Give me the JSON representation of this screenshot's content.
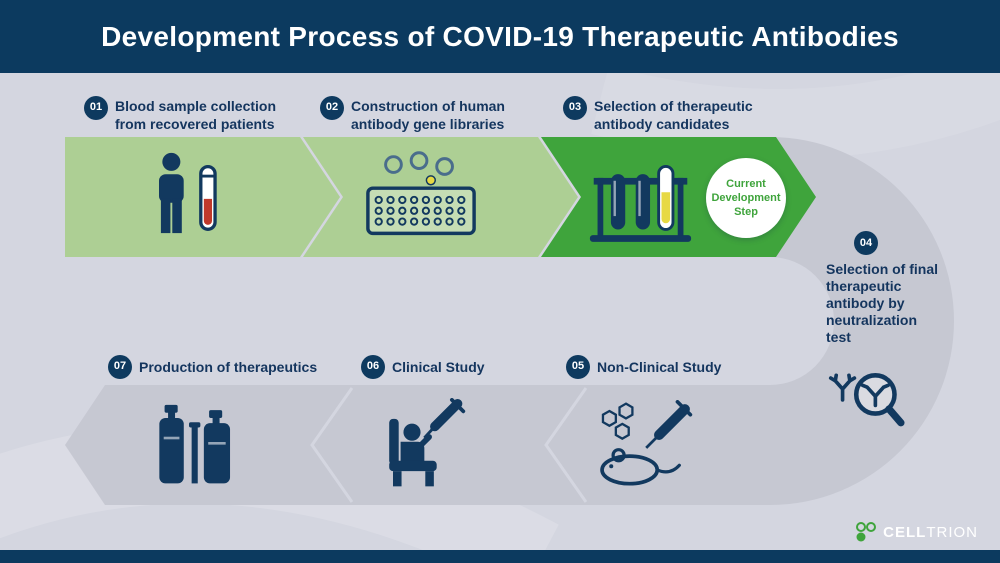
{
  "header": {
    "title": "Development Process of COVID-19 Therapeutic Antibodies"
  },
  "steps": [
    {
      "num": "01",
      "label": "Blood sample collection from recovered patients"
    },
    {
      "num": "02",
      "label": "Construction of human antibody gene libraries"
    },
    {
      "num": "03",
      "label": "Selection of therapeutic antibody candidates"
    },
    {
      "num": "04",
      "label": "Selection of final therapeutic antibody by neutralization test"
    },
    {
      "num": "05",
      "label": "Non-Clinical Study"
    },
    {
      "num": "06",
      "label": "Clinical Study"
    },
    {
      "num": "07",
      "label": "Production of therapeutics"
    }
  ],
  "badge": {
    "line1": "Current",
    "line2": "Development",
    "line3": "Step"
  },
  "logo": {
    "cell": "CELL",
    "trion": "TRION"
  },
  "colors": {
    "navy": "#0c3a5f",
    "text_navy": "#14355e",
    "green": "#3fa43c",
    "light_green": "#adcf94",
    "band_gray": "#c6c8d2",
    "background": "#d4d6e0",
    "blood_red": "#c0392b",
    "tube_yellow": "#e7d944",
    "white": "#ffffff"
  }
}
